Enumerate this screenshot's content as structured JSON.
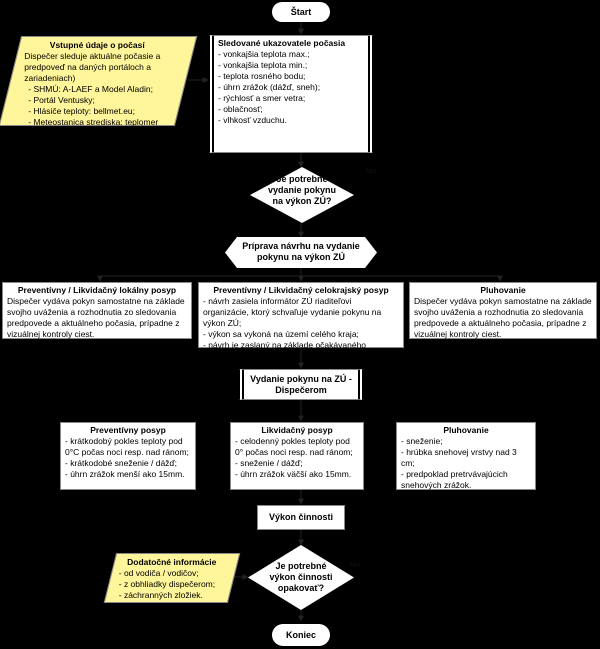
{
  "start": "Štart",
  "end": "Koniec",
  "inputs": {
    "title": "Vstupné údaje o počasí",
    "intro": "Dispečer sleduje aktuálne počasie a predpoveď na daných portáloch a zariadeniach)",
    "items": [
      "- SHMÚ: A-LAEF a Model Aladin;",
      "- Portál Ventusky;",
      "- Hlásiče teploty: bellmet.eu;",
      "- Meteostanica strediska: teplomer"
    ]
  },
  "indicators": {
    "title": "Sledované ukazovatele počasia",
    "items": [
      "- vonkajšia teplota max.;",
      "- vonkajšia teplota min.;",
      "- teplota rosného bodu;",
      "- úhrn zrážok (dážď, sneh);",
      "- rýchlosť a smer vetra;",
      "- oblačnosť;",
      "- vlhkosť vzduchu."
    ]
  },
  "decision1": {
    "text": "Je potrebné vydanie pokynu na výkon ZÚ?",
    "no_label": "Nie"
  },
  "prepare": "Príprava návrhu na vydanie pokynu na výkon ZÚ",
  "level2": [
    {
      "title": "Preventívny / Likvidačný lokálny posyp",
      "body": "Dispečer vydáva pokyn samostatne na základe svojho uváženia a rozhodnutia zo sledovania predpovede a aktuálneho počasia, prípadne z vizuálnej kontroly ciest."
    },
    {
      "title": "Preventívny / Likvidačný celokrajský posyp",
      "items": [
        "- návrh zasiela informátor ZÚ riaditeľovi organizácie, ktorý schvaľuje vydanie pokynu na výkon ZÚ;",
        "- výkon sa vykoná na území celého kraja;",
        "- návrh je zaslaný na základe očakávaného zhoršenia počasia na všetkých strediskách."
      ]
    },
    {
      "title": "Pluhovanie",
      "body": "Dispečer vydáva pokyn samostatne na základe svojho uváženia a rozhodnutia zo sledovania predpovede a aktuálneho počasia, prípadne z vizuálnej kontroly ciest."
    }
  ],
  "issue": "Vydanie pokynu na ZÚ - Dispečerom",
  "level3": [
    {
      "title": "Preventívny posyp",
      "items": [
        "- krátkodobý pokles teploty pod 0°C počas noci resp. nad ránom;",
        "- krátkodobé sneženie / dážď;",
        "- úhrn zrážok menší ako 15mm."
      ]
    },
    {
      "title": "Likvidačný posyp",
      "items": [
        "- celodenný pokles teploty pod 0° počas noci resp. nad ránom;",
        "- sneženie / dážď;",
        "- úhrn zrážok väčší ako 15mm."
      ]
    },
    {
      "title": "Pluhovanie",
      "items": [
        "- sneženie;",
        "- hrúbka snehovej vrstvy nad 3 cm;",
        "- predpoklad pretrvávajúcich snehových zrážok."
      ]
    }
  ],
  "execute": "Výkon činnosti",
  "extra": {
    "title": "Dodatočné informácie",
    "items": [
      "- od vodiča / vodičov;",
      "- z obhliadky dispečerom;",
      "- záchranných zložiek."
    ]
  },
  "decision2": {
    "text": "Je potrebné výkon činnosti opakovať?",
    "no_label": "Nie"
  }
}
